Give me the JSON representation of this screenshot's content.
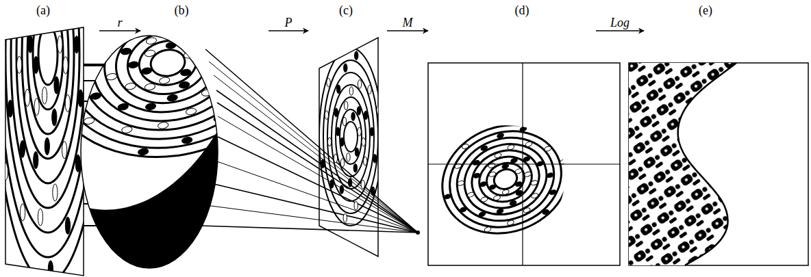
{
  "diagram": {
    "nodes": [
      {
        "text": [
          "(a)"
        ]
      },
      {
        "text": [
          "(b)"
        ]
      },
      {
        "text": [
          "(c)"
        ]
      },
      {
        "text": [
          "(d)"
        ]
      },
      {
        "text": [
          "(e)"
        ]
      }
    ],
    "edges": [
      {
        "from": 0,
        "to": 1,
        "label": "r",
        "arrow": "to"
      },
      {
        "from": 1,
        "to": 2,
        "label": "P",
        "arrow": "to"
      },
      {
        "from": 2,
        "to": 3,
        "label": "M",
        "arrow": "to"
      },
      {
        "from": 3,
        "to": 4,
        "label": "Log",
        "arrow": "to"
      }
    ]
  }
}
